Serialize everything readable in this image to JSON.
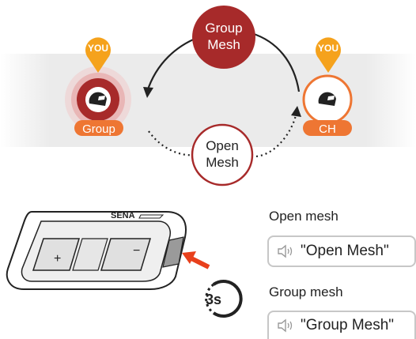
{
  "diagram": {
    "left_node": {
      "badge": "YOU",
      "tag": "Group"
    },
    "right_node": {
      "badge": "YOU",
      "tag": "CH"
    },
    "group_mesh_bubble": {
      "line1": "Group",
      "line2": "Mesh"
    },
    "open_mesh_bubble": {
      "line1": "Open",
      "line2": "Mesh"
    }
  },
  "device": {
    "brand": "SENA",
    "plus_symbol": "+",
    "minus_symbol": "−",
    "hold_label": "3s"
  },
  "voice_prompts": {
    "open_title": "Open mesh",
    "open_prompt": "\"Open Mesh\"",
    "group_title": "Group mesh",
    "group_prompt": "\"Group Mesh\""
  },
  "colors": {
    "group_red": "#a72a2a",
    "orange": "#ee7633",
    "badge_orange": "#f5a21c",
    "band_gray": "#ececec"
  }
}
